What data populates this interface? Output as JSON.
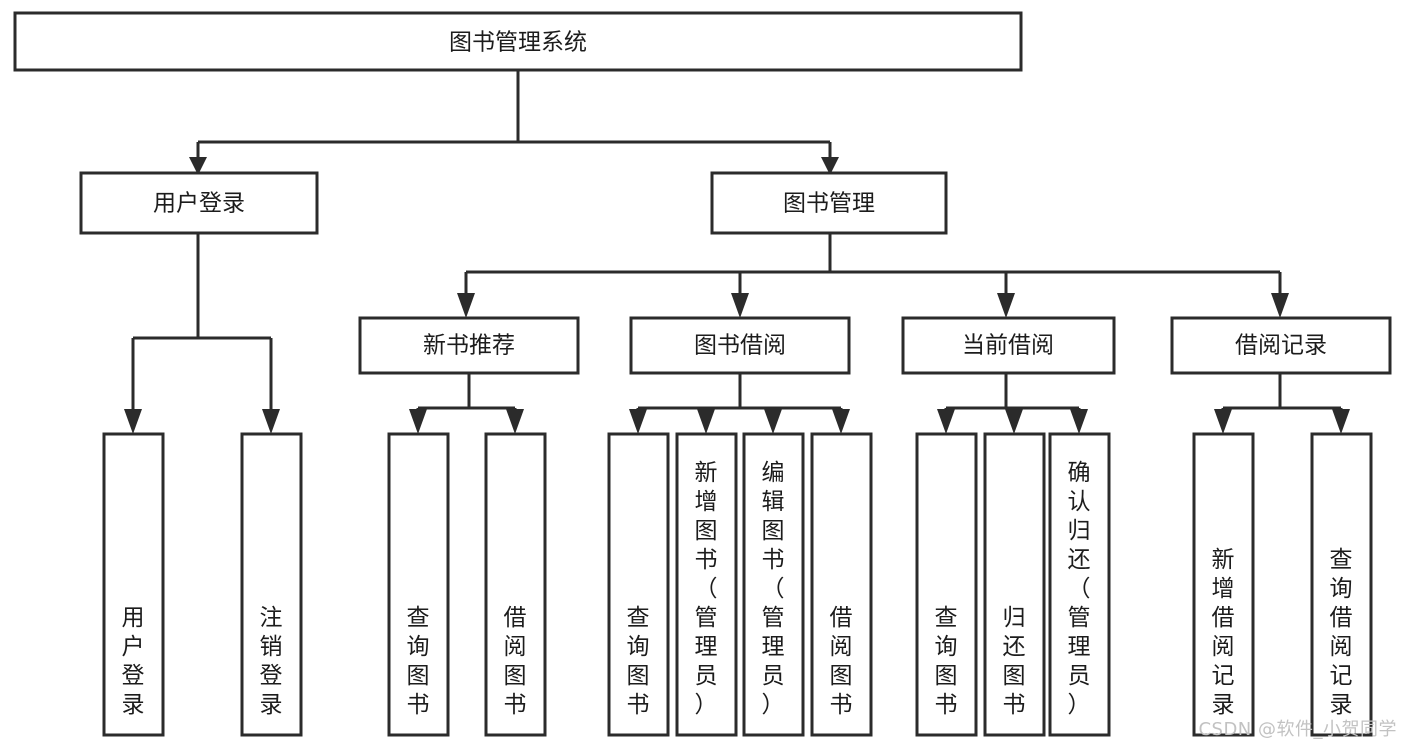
{
  "diagram": {
    "title": "图书管理系统",
    "type": "hierarchy-tree",
    "watermark": "CSDN @软件_小贺同学",
    "colors": {
      "stroke": "#2b2b2b",
      "fill": "#ffffff",
      "text": "#1c1c1c",
      "watermark": "#c2c2c2",
      "background": "#ffffff"
    },
    "root": {
      "label": "图书管理系统",
      "orientation": "horizontal"
    },
    "level1": [
      {
        "label": "用户登录",
        "orientation": "horizontal"
      },
      {
        "label": "图书管理",
        "orientation": "horizontal"
      }
    ],
    "level2": [
      {
        "label": "新书推荐",
        "orientation": "horizontal"
      },
      {
        "label": "图书借阅",
        "orientation": "horizontal"
      },
      {
        "label": "当前借阅",
        "orientation": "horizontal"
      },
      {
        "label": "借阅记录",
        "orientation": "horizontal"
      }
    ],
    "leaves": {
      "user_login": [
        {
          "label": "用户登录",
          "orientation": "vertical"
        },
        {
          "label": "注销登录",
          "orientation": "vertical"
        }
      ],
      "new_book_recommend": [
        {
          "label": "查询图书",
          "orientation": "vertical"
        },
        {
          "label": "借阅图书",
          "orientation": "vertical"
        }
      ],
      "book_borrow": [
        {
          "label": "查询图书",
          "orientation": "vertical"
        },
        {
          "label": "新增图书（管理员）",
          "orientation": "vertical"
        },
        {
          "label": "编辑图书（管理员）",
          "orientation": "vertical"
        },
        {
          "label": "借阅图书",
          "orientation": "vertical"
        }
      ],
      "current_borrow": [
        {
          "label": "查询图书",
          "orientation": "vertical"
        },
        {
          "label": "归还图书",
          "orientation": "vertical"
        },
        {
          "label": "确认归还（管理员）",
          "orientation": "vertical"
        }
      ],
      "borrow_record": [
        {
          "label": "新增借阅记录",
          "orientation": "vertical"
        },
        {
          "label": "查询借阅记录",
          "orientation": "vertical"
        }
      ]
    }
  }
}
